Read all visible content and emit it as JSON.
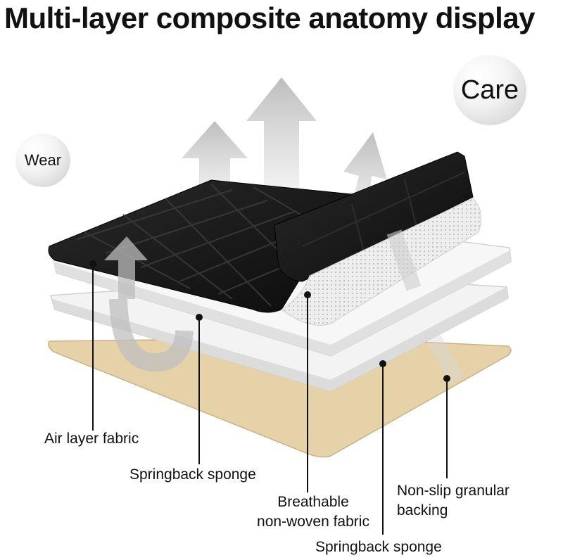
{
  "title": "Multi-layer composite anatomy display",
  "badges": {
    "care": "Care",
    "wear": "Wear"
  },
  "labels": {
    "air_layer_fabric": "Air layer fabric",
    "springback_sponge_top": "Springback sponge",
    "breathable_line1": "Breathable",
    "breathable_line2": "non-woven fabric",
    "non_slip_line1": "Non-slip granular",
    "non_slip_line2": "backing",
    "springback_sponge_bottom": "Springback sponge"
  },
  "colors": {
    "quilted_top": "#151515",
    "sponge": "#f1f1f1",
    "backing": "#e2cfa6",
    "arrow": "#c8c8c8"
  }
}
